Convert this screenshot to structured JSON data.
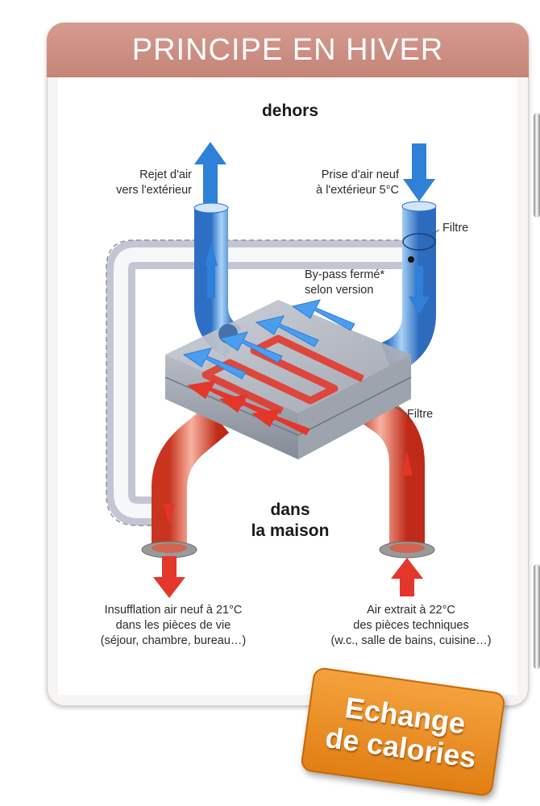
{
  "title": "PRINCIPE EN HIVER",
  "labels": {
    "outside": "dehors",
    "inside_line1": "dans",
    "inside_line2": "la maison",
    "exhaust_line1": "Rejet d'air",
    "exhaust_line2": "vers l'extérieur",
    "intake_line1": "Prise d'air neuf",
    "intake_line2": "à l'extérieur 5°C",
    "filter_top": "Filtre",
    "filter_bottom": "Filtre",
    "bypass_line1": "By-pass fermé*",
    "bypass_line2": "selon version",
    "supply_line1": "Insufflation air neuf à 21°C",
    "supply_line2": "dans les pièces de vie",
    "supply_line3": "(séjour, chambre, bureau…)",
    "extract_line1": "Air extrait à 22°C",
    "extract_line2": "des pièces techniques",
    "extract_line3": "(w.c., salle de bains, cuisine…)"
  },
  "badge": {
    "line1": "Echange",
    "line2": "de calories"
  },
  "colors": {
    "header": "#c98a7e",
    "cold_air": "#3a8ee6",
    "warm_air": "#e23a2c",
    "badge": "#ea8a1e"
  },
  "icons": [
    "arrow-up-icon",
    "arrow-down-icon",
    "filter-icon",
    "heat-exchanger-icon"
  ]
}
